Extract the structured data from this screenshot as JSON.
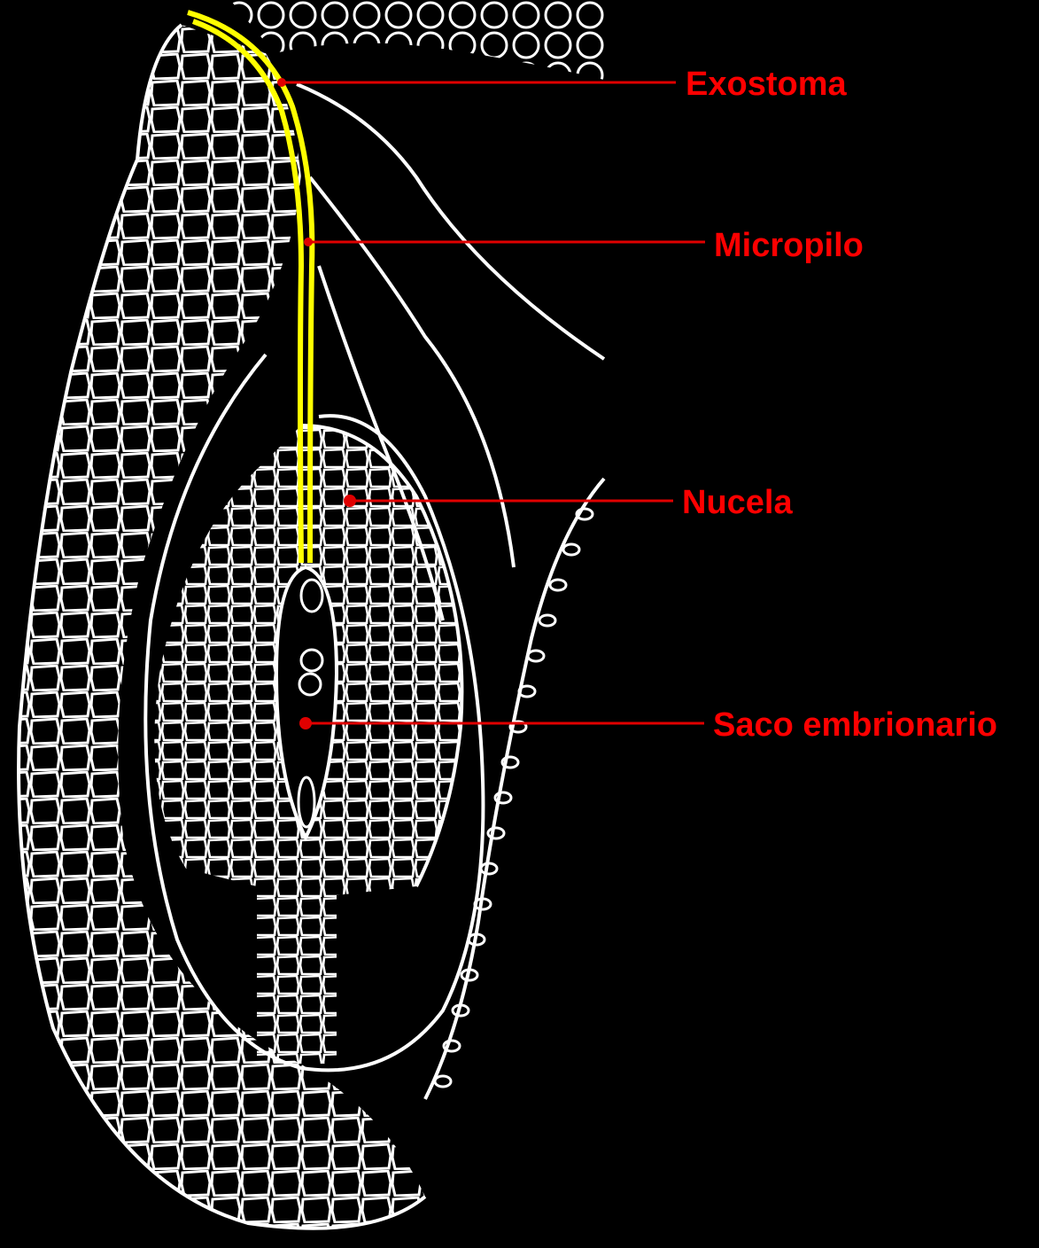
{
  "labels": {
    "exostoma": "Exostoma",
    "micropilo": "Micropilo",
    "nucela": "Nucela",
    "saco": "Saco embrionario"
  },
  "colors": {
    "background": "#000000",
    "drawing": "#ffffff",
    "leader": "#e00000",
    "label_text": "#ff0000",
    "micropyle_highlight": "#ffff00"
  }
}
